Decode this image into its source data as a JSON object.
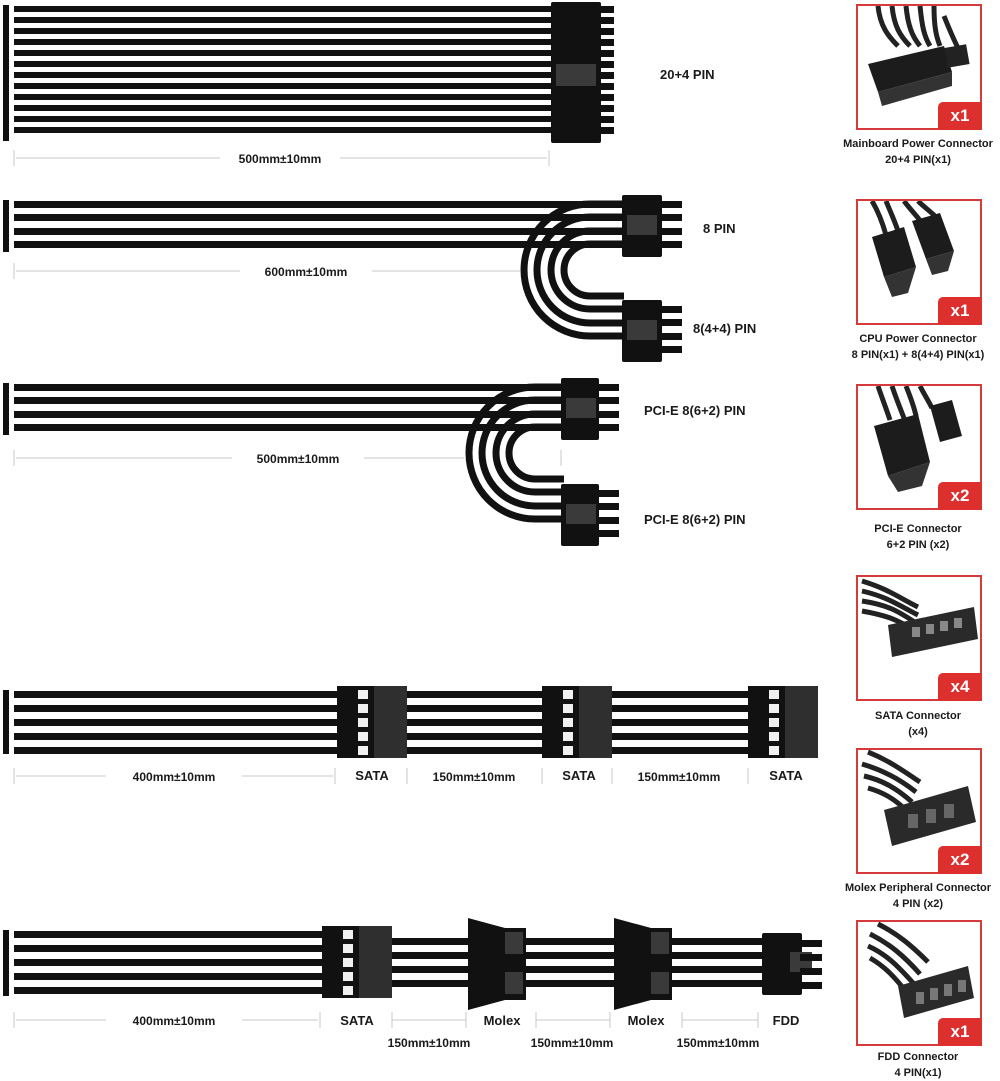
{
  "cables": {
    "mainboard": {
      "connector_label": "20+4 PIN",
      "length_label": "500mm±10mm"
    },
    "cpu": {
      "connector1_label": "8 PIN",
      "connector2_label": "8(4+4) PIN",
      "length_label": "600mm±10mm"
    },
    "pcie": {
      "connector1_label": "PCI-E 8(6+2) PIN",
      "connector2_label": "PCI-E 8(6+2) PIN",
      "length_label": "500mm±10mm"
    },
    "sata": {
      "first_length_label": "400mm±10mm",
      "segment_length_label": "150mm±10mm",
      "connector_label": "SATA"
    },
    "molex": {
      "first_length_label": "400mm±10mm",
      "segment_length_label": "150mm±10mm",
      "sata_label": "SATA",
      "molex_label": "Molex",
      "fdd_label": "FDD"
    }
  },
  "connectors": [
    {
      "qty": "x1",
      "name": "Mainboard Power Connector",
      "detail": "20+4 PIN(x1)"
    },
    {
      "qty": "x1",
      "name": "CPU Power Connector",
      "detail": "8 PIN(x1) + 8(4+4) PIN(x1)"
    },
    {
      "qty": "x2",
      "name": "PCI-E Connector",
      "detail": "6+2 PIN (x2)"
    },
    {
      "qty": "x4",
      "name": "SATA  Connector",
      "detail": "(x4)"
    },
    {
      "qty": "x2",
      "name": "Molex Peripheral Connector",
      "detail": "4 PIN (x2)"
    },
    {
      "qty": "x1",
      "name": "FDD Connector",
      "detail": "4 PIN(x1)"
    }
  ],
  "colors": {
    "cable": "#111111",
    "accent": "#d63a3a",
    "badge": "#de2f2f",
    "dimension_line": "#c8c8c8"
  }
}
